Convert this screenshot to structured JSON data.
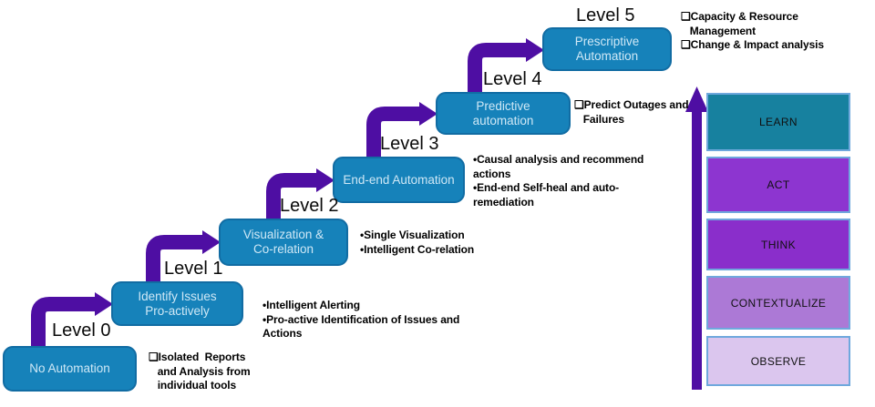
{
  "colors": {
    "box_fill": "#1682BA",
    "box_border": "#116CA3",
    "box_text": "#CFE8F6",
    "arrow": "#4E0EA3",
    "label_text": "#0A0A0A",
    "desc_text": "#000000",
    "sidebar_border": "#6FA8DD",
    "learn_fill": "#17819F",
    "act_fill": "#8D35D0",
    "think_fill": "#8A2ECB",
    "contextualize_fill": "#AC79D6",
    "observe_fill": "#DBC6EE"
  },
  "levels": [
    {
      "label": "Level 0",
      "box_lines": [
        "No Automation"
      ],
      "desc_lines": [
        "❑Isolated  Reports",
        "   and Analysis from",
        "   individual tools"
      ]
    },
    {
      "label": "Level 1",
      "box_lines": [
        "Identify Issues",
        "Pro-actively"
      ],
      "desc_lines": [
        "•Intelligent Alerting",
        "•Pro-active Identification of Issues and",
        "Actions"
      ]
    },
    {
      "label": "Level 2",
      "box_lines": [
        "Visualization &",
        "Co-relation"
      ],
      "desc_lines": [
        "•Single Visualization",
        "•Intelligent Co-relation"
      ]
    },
    {
      "label": "Level 3",
      "box_lines": [
        "End-end Automation"
      ],
      "desc_lines": [
        "•Causal analysis and recommend",
        "actions",
        "•End-end Self-heal and auto-",
        "remediation"
      ]
    },
    {
      "label": "Level 4",
      "box_lines": [
        "Predictive",
        "automation"
      ],
      "desc_lines": [
        "❑Predict Outages and",
        "   Failures"
      ]
    },
    {
      "label": "Level 5",
      "box_lines": [
        "Prescriptive",
        "Automation"
      ],
      "desc_lines": [
        "❑Capacity & Resource",
        "   Management",
        "❑Change & Impact analysis"
      ]
    }
  ],
  "sidebar": {
    "items": [
      {
        "label": "LEARN"
      },
      {
        "label": "ACT"
      },
      {
        "label": "THINK"
      },
      {
        "label": "CONTEXTUALIZE"
      },
      {
        "label": "OBSERVE"
      }
    ]
  }
}
